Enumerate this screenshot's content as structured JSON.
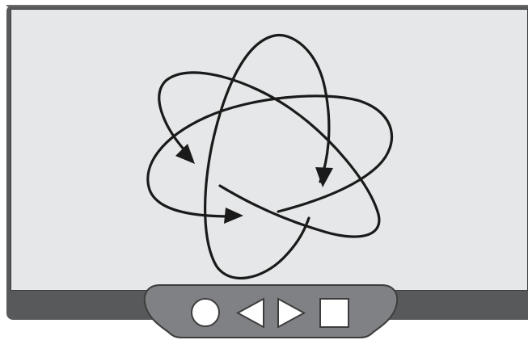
{
  "device": {
    "bezel_color": "#58595b",
    "screen_color": "#e6e7e8",
    "navbar_color": "#808184"
  },
  "screen": {
    "graphic": "atom-symbol"
  },
  "navigation": {
    "buttons": [
      {
        "name": "home-button",
        "icon": "circle-icon"
      },
      {
        "name": "back-button",
        "icon": "triangle-left-icon"
      },
      {
        "name": "forward-button",
        "icon": "triangle-right-icon"
      },
      {
        "name": "stop-button",
        "icon": "square-icon"
      }
    ]
  }
}
